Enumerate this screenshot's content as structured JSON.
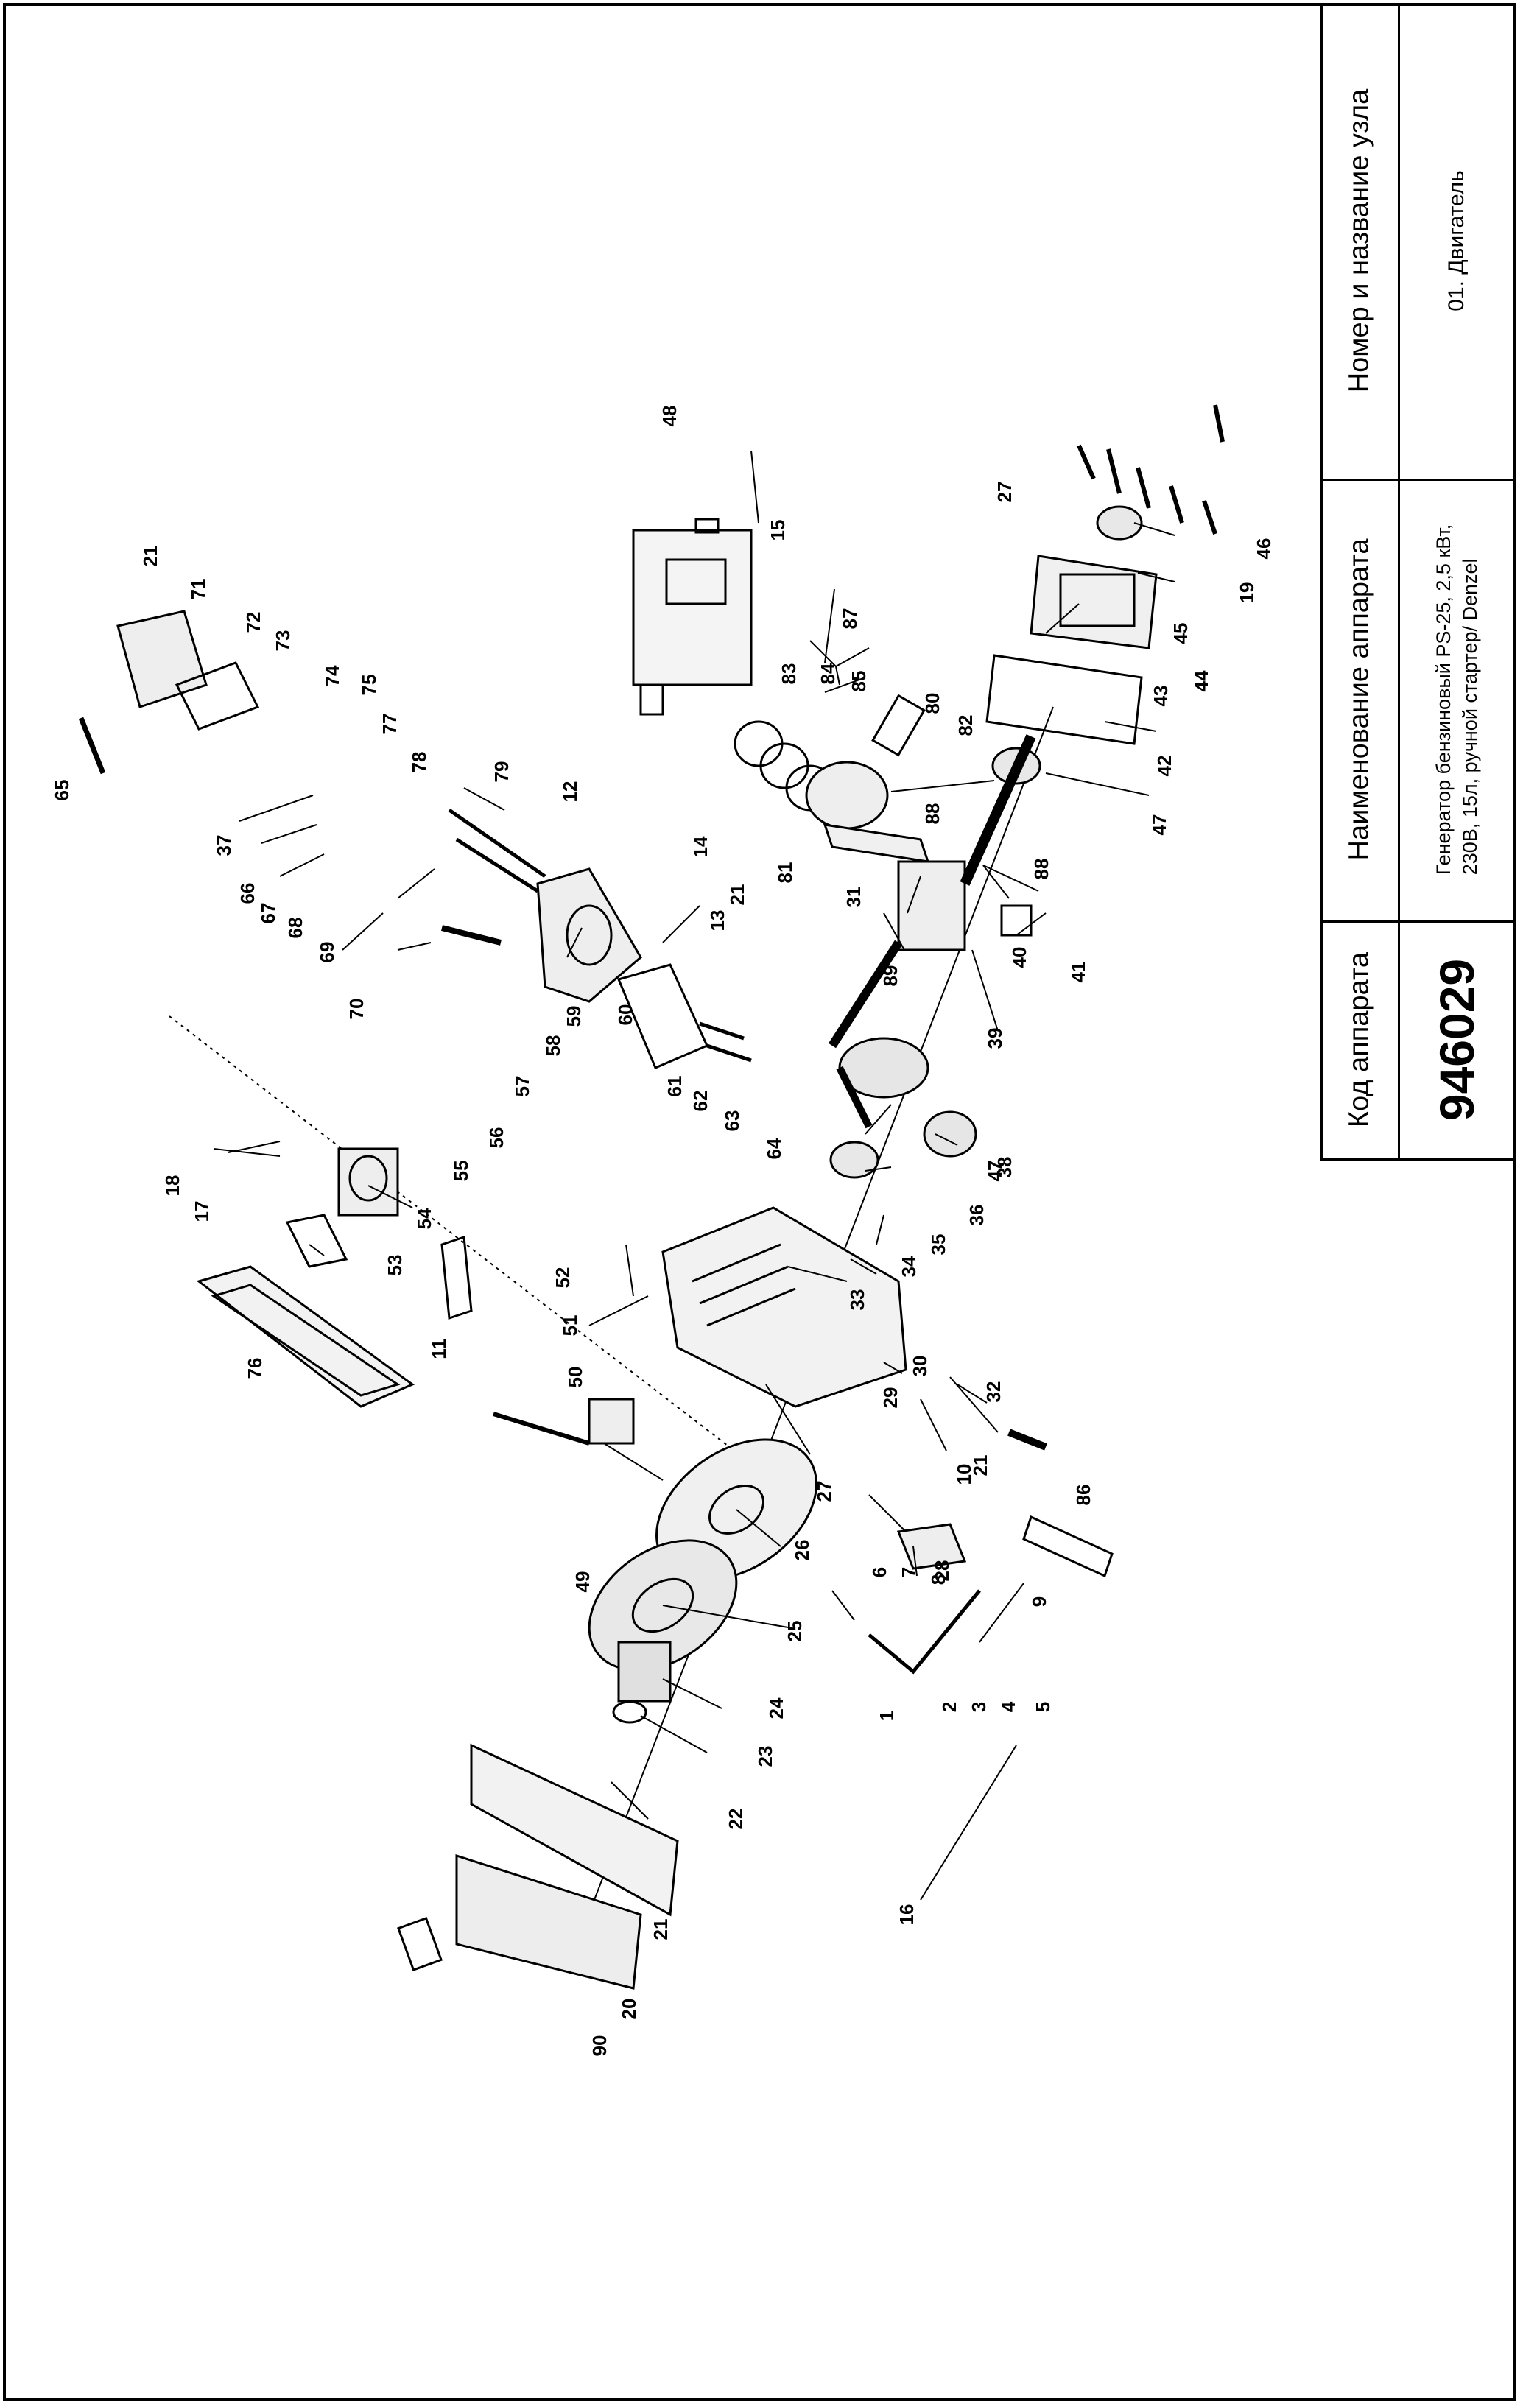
{
  "title_block": {
    "code_header": "Код аппарата",
    "code_value": "946029",
    "apparatus_header": "Наименование аппарата",
    "apparatus_value_line1": "Генератор бензиновый PS-25, 2,5 кВт,",
    "apparatus_value_line2": "230В, 15л, ручной стартер/ Denzel",
    "node_header": "Номер и название узла",
    "node_value": "01. Двигатель"
  },
  "part_numbers": [
    "1",
    "2",
    "3",
    "4",
    "5",
    "6",
    "7",
    "8",
    "9",
    "10",
    "11",
    "12",
    "13",
    "14",
    "15",
    "16",
    "17",
    "18",
    "19",
    "20",
    "21",
    "21",
    "21",
    "21",
    "22",
    "23",
    "24",
    "25",
    "26",
    "27",
    "27",
    "28",
    "29",
    "30",
    "31",
    "32",
    "33",
    "34",
    "35",
    "36",
    "37",
    "38",
    "39",
    "40",
    "41",
    "42",
    "43",
    "44",
    "45",
    "46",
    "47",
    "47",
    "48",
    "49",
    "50",
    "51",
    "52",
    "53",
    "54",
    "55",
    "56",
    "57",
    "58",
    "59",
    "60",
    "61",
    "62",
    "63",
    "64",
    "65",
    "66",
    "67",
    "68",
    "69",
    "70",
    "71",
    "72",
    "73",
    "74",
    "75",
    "76",
    "77",
    "78",
    "79",
    "80",
    "81",
    "82",
    "83",
    "84",
    "85",
    "86",
    "87",
    "88",
    "88",
    "89",
    "90"
  ]
}
